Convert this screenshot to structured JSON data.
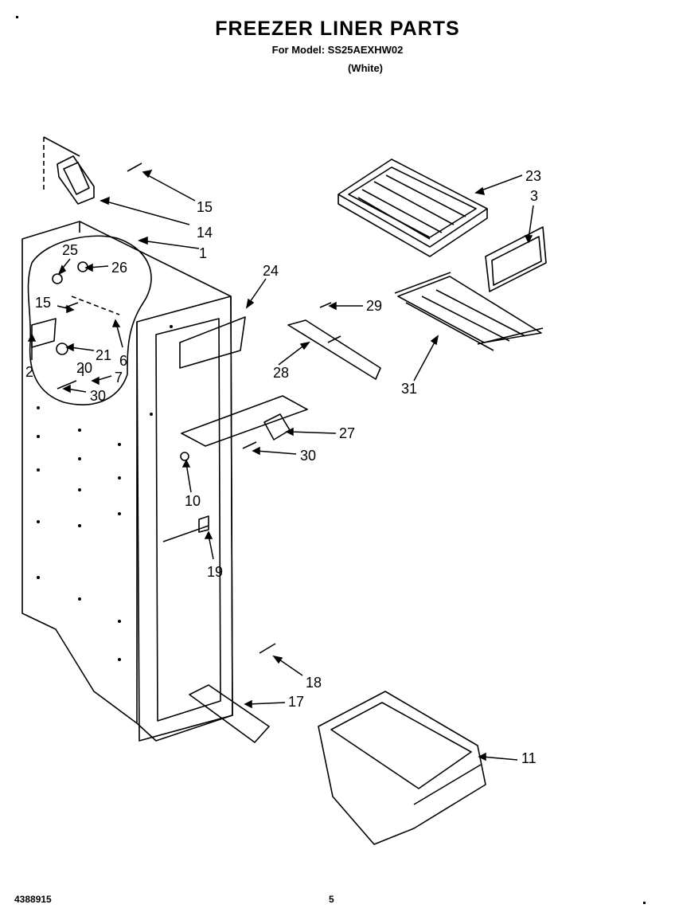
{
  "header": {
    "title": "FREEZER LINER PARTS",
    "model_line": "For Model: SS25AEXHW02",
    "color_line": "(White)"
  },
  "callouts": [
    "15",
    "14",
    "1",
    "25",
    "26",
    "15",
    "24",
    "6",
    "2",
    "21",
    "20",
    "7",
    "30",
    "23",
    "3",
    "29",
    "28",
    "31",
    "27",
    "30",
    "10",
    "19",
    "18",
    "17",
    "11"
  ],
  "footer": {
    "part_number": "4388915",
    "page_number": "5"
  }
}
